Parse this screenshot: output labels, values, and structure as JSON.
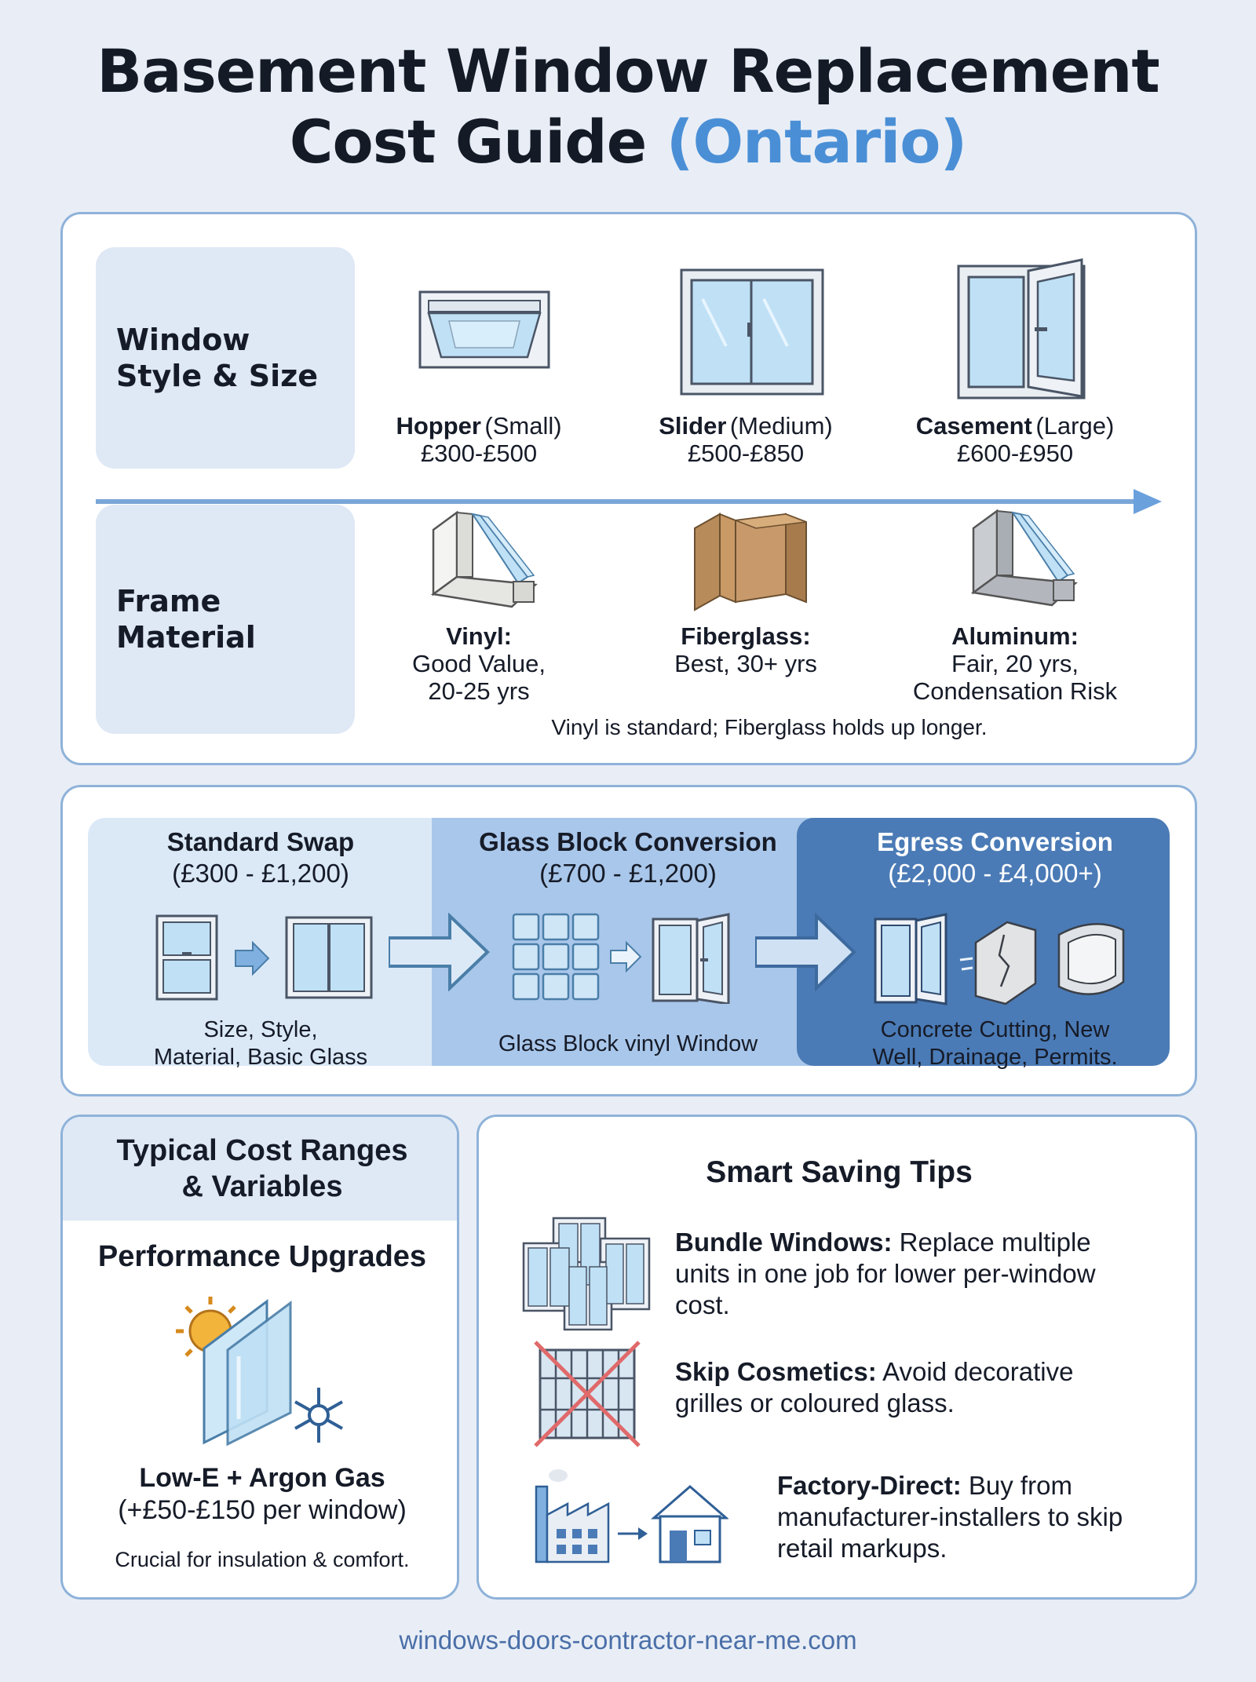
{
  "title": {
    "line1": "Basement Window Replacement",
    "line2_main": "Cost Guide ",
    "line2_accent": "(Ontario)"
  },
  "style_panel": {
    "row1_label": "Window Style & Size",
    "row2_label": "Frame Material",
    "styles": [
      {
        "name": "Hopper",
        "size": "(Small)",
        "price": "£300-£500",
        "icon": "hopper-window-icon"
      },
      {
        "name": "Slider",
        "size": "(Medium)",
        "price": "£500-£850",
        "icon": "slider-window-icon"
      },
      {
        "name": "Casement",
        "size": "(Large)",
        "price": "£600-£950",
        "icon": "casement-window-icon"
      }
    ],
    "materials": [
      {
        "name": "Vinyl:",
        "line1": "Good Value,",
        "line2": "20-25 yrs",
        "icon": "vinyl-frame-icon"
      },
      {
        "name": "Fiberglass:",
        "line1": "Best, 30+ yrs",
        "line2": "",
        "icon": "fiberglass-frame-icon"
      },
      {
        "name": "Aluminum:",
        "line1": "Fair, 20 yrs,",
        "line2": "Condensation Risk",
        "icon": "aluminum-frame-icon"
      }
    ],
    "note": "Vinyl is standard; Fiberglass holds up longer."
  },
  "conversion_panel": {
    "segments": [
      {
        "title": "Standard Swap",
        "range": "(£300 - £1,200)",
        "note_line1": "Size, Style,",
        "note_line2": "Material, Basic Glass"
      },
      {
        "title": "Glass Block Conversion",
        "range": "(£700 - £1,200)",
        "note_line1": "Glass Block vinyl Window",
        "note_line2": ""
      },
      {
        "title": "Egress Conversion",
        "range": "(£2,000 - £4,000+)",
        "note_line1": "Concrete Cutting, New",
        "note_line2": "Well, Drainage, Permits."
      }
    ]
  },
  "cost_panel": {
    "header_line1": "Typical Cost Ranges",
    "header_line2": "& Variables",
    "subtitle": "Performance Upgrades",
    "upgrade_name": "Low-E + Argon Gas",
    "upgrade_price": "(+£50-£150 per window)",
    "note": "Crucial for insulation & comfort."
  },
  "tips_panel": {
    "title": "Smart Saving Tips",
    "tips": [
      {
        "bold": "Bundle Windows:",
        "line1_rest": " Replace multiple",
        "line2": "units in one job for lower per-window",
        "line3": "cost.",
        "icon": "bundle-windows-icon"
      },
      {
        "bold": "Skip Cosmetics:",
        "line1_rest": " Avoid decorative",
        "line2": "grilles or coloured glass.",
        "line3": "",
        "icon": "crossed-grille-icon"
      },
      {
        "bold": "Factory-Direct:",
        "line1_rest": " Buy from",
        "line2": "manufacturer-installers to skip",
        "line3": "retail markups.",
        "icon": "factory-to-house-icon"
      }
    ]
  },
  "footer": "windows-doors-contractor-near-me.com",
  "colors": {
    "accent": "#4a8fd6",
    "panel_border": "#8fb2d9",
    "egress_blue": "#4b7bb6"
  }
}
